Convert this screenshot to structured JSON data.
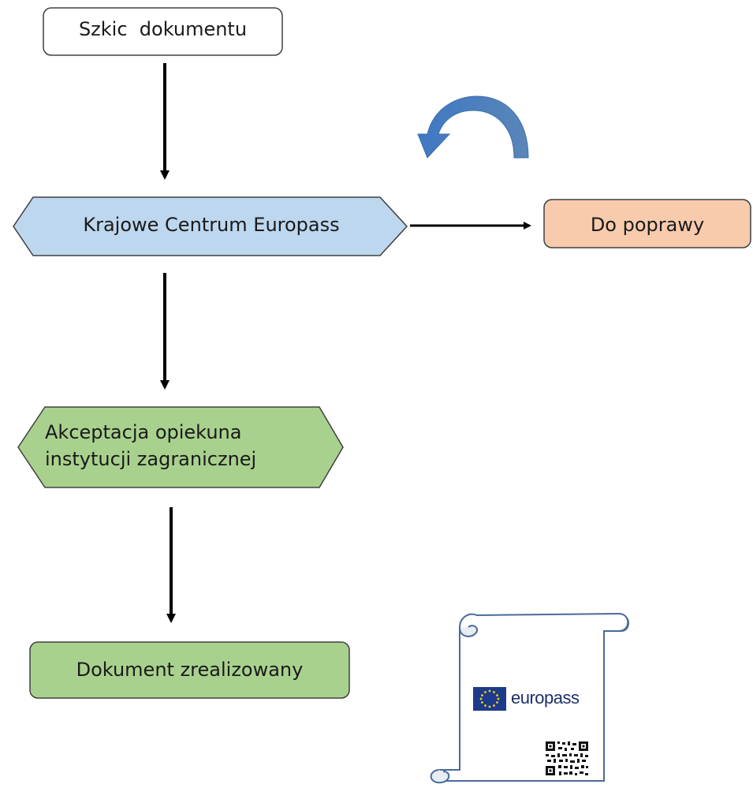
{
  "diagram": {
    "nodes": [
      {
        "id": "szkic",
        "label": "Szkic  dokumentu",
        "shape": "rounded-rect",
        "fill": "#ffffff"
      },
      {
        "id": "centrum",
        "label": "Krajowe Centrum Europass",
        "shape": "hexagon",
        "fill": "#bdd7ee"
      },
      {
        "id": "poprawa",
        "label": "Do poprawy",
        "shape": "rounded-rect",
        "fill": "#f8cbad"
      },
      {
        "id": "akceptacja",
        "label_lines": [
          "Akceptacja opiekuna",
          "instytucji zagranicznej"
        ],
        "shape": "hexagon",
        "fill": "#a9d18e"
      },
      {
        "id": "zrealizowany",
        "label": "Dokument zrealizowany",
        "shape": "rounded-rect",
        "fill": "#a9d18e"
      }
    ],
    "edges": [
      {
        "from": "szkic",
        "to": "centrum"
      },
      {
        "from": "centrum",
        "to": "poprawa"
      },
      {
        "from": "centrum",
        "to": "akceptacja"
      },
      {
        "from": "akceptacja",
        "to": "zrealizowany"
      }
    ],
    "colors": {
      "stroke": "#404040",
      "arrow": "#000000",
      "curved_arrow": "#4a7ebb",
      "eu_blue": "#1e3a8a",
      "eu_stars": "#f7d117"
    }
  },
  "scroll": {
    "brand": "europass",
    "icon_names": [
      "eu-flag-icon",
      "qr-code-icon",
      "curved-arrow-icon"
    ]
  }
}
